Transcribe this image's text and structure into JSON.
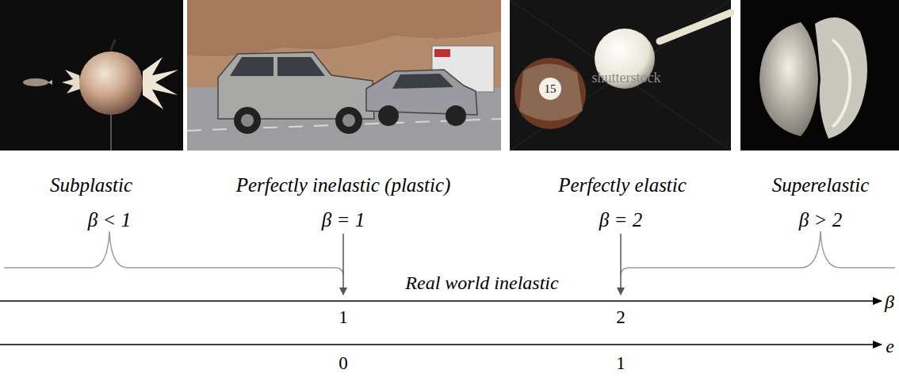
{
  "diagram": {
    "labels": [
      "15",
      "shutterstock",
      "Subplastic",
      "Perfectly inelastic (plastic)",
      "Perfectly elastic",
      "Superelastic",
      "β < 1",
      "β = 1",
      "β = 2",
      "β > 2",
      "Real world inelastic",
      "1",
      "2",
      "β",
      "0",
      "1",
      "e"
    ]
  }
}
